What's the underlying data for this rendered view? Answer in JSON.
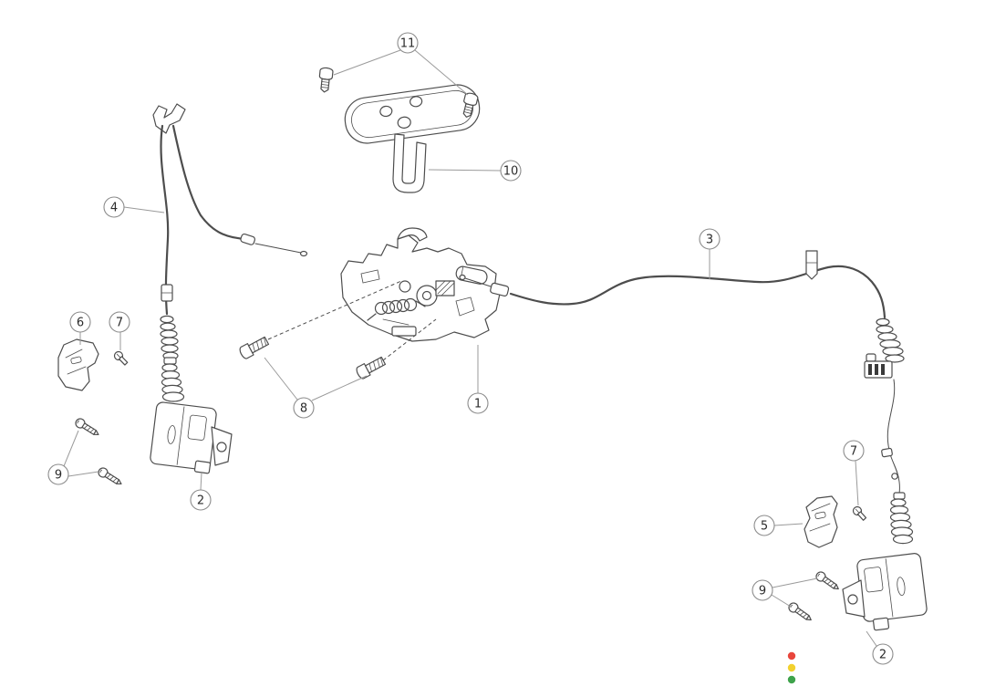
{
  "page": {
    "background": "#ffffff"
  },
  "diagram": {
    "kind": "exploded-parts-diagram",
    "callouts": [
      {
        "id": "callout-11",
        "label": "11"
      },
      {
        "id": "callout-10",
        "label": "10"
      },
      {
        "id": "callout-4",
        "label": "4"
      },
      {
        "id": "callout-3",
        "label": "3"
      },
      {
        "id": "callout-6",
        "label": "6"
      },
      {
        "id": "callout-7-left",
        "label": "7"
      },
      {
        "id": "callout-8",
        "label": "8"
      },
      {
        "id": "callout-1",
        "label": "1"
      },
      {
        "id": "callout-2-left",
        "label": "2"
      },
      {
        "id": "callout-9-left",
        "label": "9"
      },
      {
        "id": "callout-5",
        "label": "5"
      },
      {
        "id": "callout-7-right",
        "label": "7"
      },
      {
        "id": "callout-9-right",
        "label": "9"
      },
      {
        "id": "callout-2-right",
        "label": "2"
      }
    ],
    "status_dots": [
      {
        "name": "red-dot",
        "color": "#e8463c"
      },
      {
        "name": "yellow-dot",
        "color": "#f2d12e"
      },
      {
        "name": "green-dot",
        "color": "#3ea34b"
      }
    ]
  }
}
